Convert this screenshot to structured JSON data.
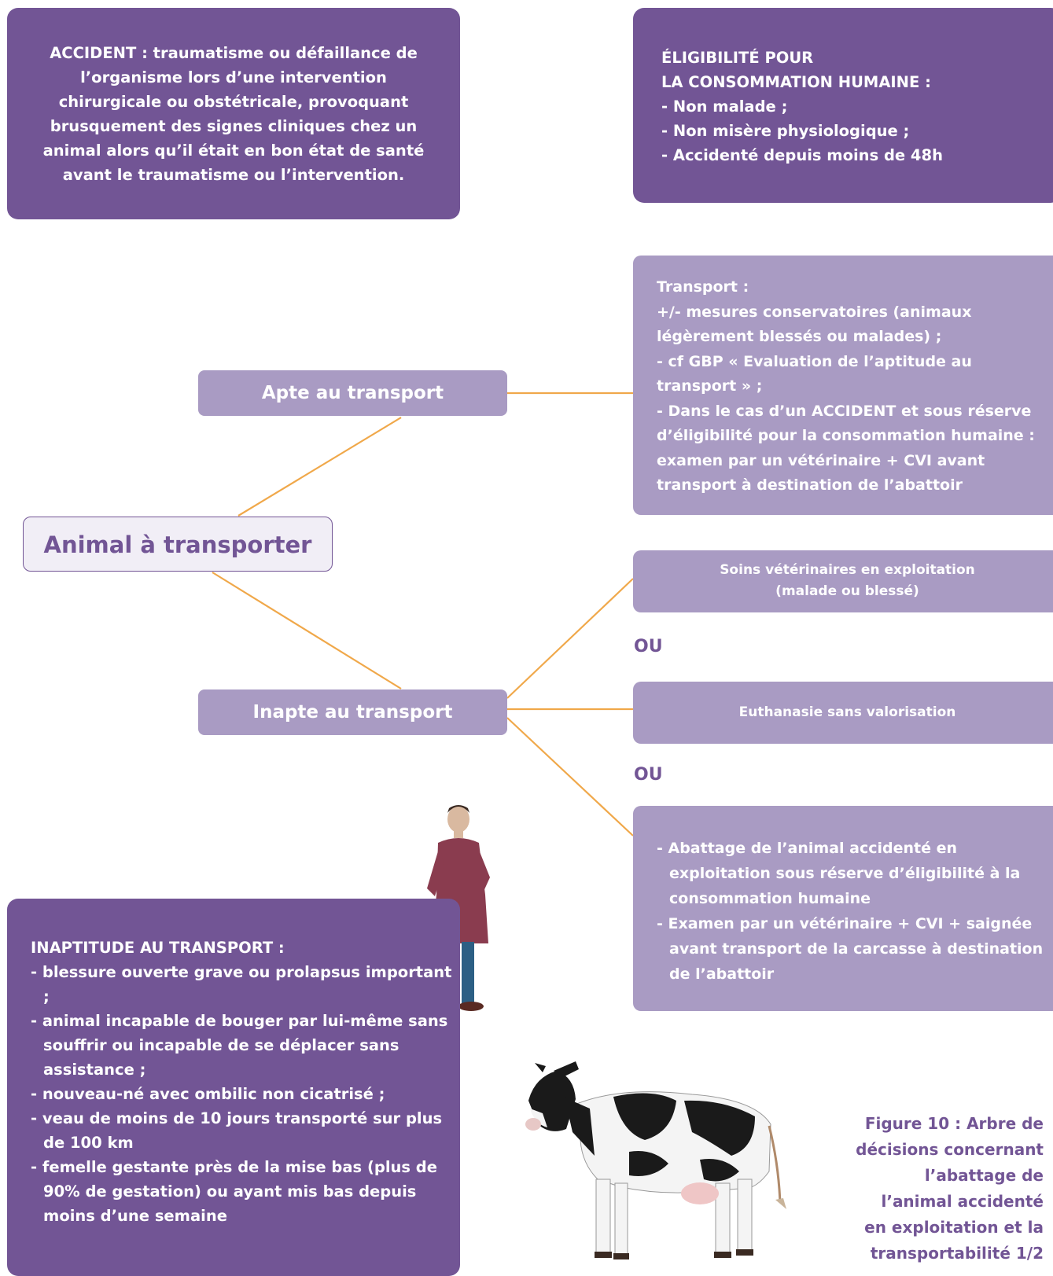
{
  "definition": {
    "text": "ACCIDENT : traumatisme ou défaillance de l’organisme lors d’une intervention chirurgicale ou obstétricale, provoquant brusquement des signes cliniques chez un animal alors qu’il était en bon état de santé avant le traumatisme ou l’intervention."
  },
  "eligibility": {
    "title_line1": "ÉLIGIBILITÉ POUR",
    "title_line2": "LA CONSOMMATION HUMAINE :",
    "items": [
      "- Non malade ;",
      "- Non misère physiologique ;",
      "- Accidenté depuis moins de 48h"
    ]
  },
  "root": {
    "label": "Animal à transporter"
  },
  "apte": {
    "label": "Apte au transport"
  },
  "inapte": {
    "label": "Inapte au transport"
  },
  "transport_info": {
    "title": "Transport :",
    "lines": [
      "+/- mesures conservatoires (animaux légèrement blessés ou malades) ;",
      "- cf GBP « Evaluation de l’aptitude au transport » ;",
      "- Dans le cas d’un ACCIDENT et sous réserve d’éligibilité pour la consommation humaine : examen par un vétérinaire + CVI avant transport à destination de l’abattoir"
    ]
  },
  "options": {
    "soins_line1": "Soins vétérinaires en exploitation",
    "soins_line2": "(malade ou blessé)",
    "ou_1": "OU",
    "euthanasie": "Euthanasie sans valorisation",
    "ou_2": "OU",
    "abattage_items": [
      "- Abattage de l’animal accidenté en exploitation sous réserve d’éligibilité à la consommation humaine",
      "- Examen par un vétérinaire + CVI + saignée avant transport de la carcasse à destination de l’abattoir"
    ]
  },
  "inaptitude": {
    "title": "INAPTITUDE AU TRANSPORT :",
    "items": [
      "- blessure ouverte grave ou prolapsus important ;",
      "- animal incapable de bouger par lui-même sans souffrir ou incapable de se déplacer sans assistance ;",
      "- nouveau-né avec ombilic non cicatrisé ;",
      "- veau de moins de 10 jours transporté sur plus de 100 km",
      "- femelle gestante près de la mise bas (plus de 90% de gestation) ou ayant mis bas depuis moins d’une semaine"
    ]
  },
  "caption": {
    "lines": [
      "Figure 10 : Arbre de",
      "décisions concernant",
      "l’abattage de",
      "l’animal accidenté",
      "en exploitation et la",
      "transportabilité 1/2"
    ]
  },
  "colors": {
    "dark_purple": "#725595",
    "light_purple": "#a99bc3",
    "connector_orange": "#f0a84a"
  }
}
